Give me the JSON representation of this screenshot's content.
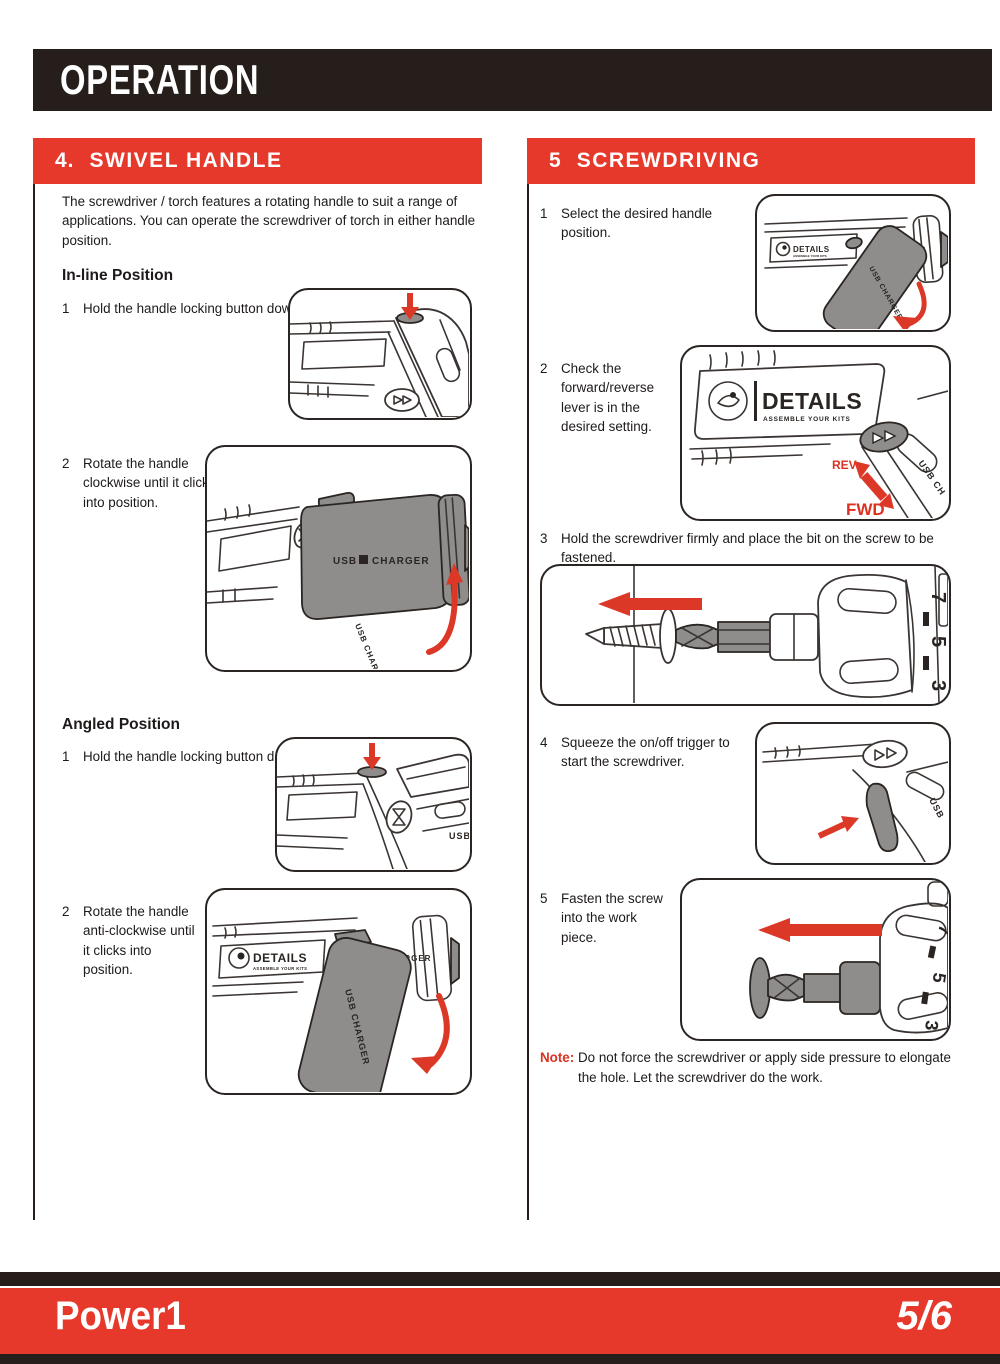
{
  "colors": {
    "accent_red": "#e6392b",
    "bar_black": "#251e1b",
    "arrow_red": "#dc3828",
    "tool_gray": "#8f8d8b"
  },
  "header": {
    "title": "OPERATION"
  },
  "footer": {
    "brand": "Power1",
    "page_indicator": "5/6"
  },
  "sections": {
    "swivel": {
      "number": "4.",
      "title": "SWIVEL HANDLE",
      "intro": "The screwdriver / torch features a rotating handle to suit a range of applications. You can operate the screwdriver of torch in either handle position.",
      "inline_heading": "In-line Position",
      "angled_heading": "Angled Position",
      "inline_steps": [
        {
          "num": "1",
          "text": "Hold the handle locking button down."
        },
        {
          "num": "2",
          "text": "Rotate the handle clockwise until it clicks into position."
        }
      ],
      "angled_steps": [
        {
          "num": "1",
          "text": "Hold the handle locking button down."
        },
        {
          "num": "2",
          "text": "Rotate the handle anti-clockwise until it clicks into position."
        }
      ]
    },
    "screwdriving": {
      "number": "5",
      "title": "SCREWDRIVING",
      "steps": [
        {
          "num": "1",
          "text": "Select the desired handle position."
        },
        {
          "num": "2",
          "text": "Check the forward/reverse lever is in the desired setting."
        },
        {
          "num": "3",
          "text": "Hold the screwdriver firmly and place the bit on the screw to be fastened."
        },
        {
          "num": "4",
          "text": "Squeeze the on/off trigger to start the screwdriver."
        },
        {
          "num": "5",
          "text": "Fasten the screw into the work piece."
        }
      ],
      "note_label": "Note:",
      "note_text": "Do not force the screwdriver or apply side pressure to elongate the hole. Let the screwdriver do the work."
    }
  },
  "illustrations": {
    "usb_label": "USB",
    "charger_label": "CHARGER",
    "usb_charger": "USB CHARGER",
    "usb_ch": "USB CH",
    "brand": "DETAILS",
    "brand_tagline": "ASSEMBLE YOUR KITS",
    "rev": "REV",
    "fwd": "FWD",
    "torque_numbers": [
      "3",
      "5",
      "7"
    ]
  }
}
